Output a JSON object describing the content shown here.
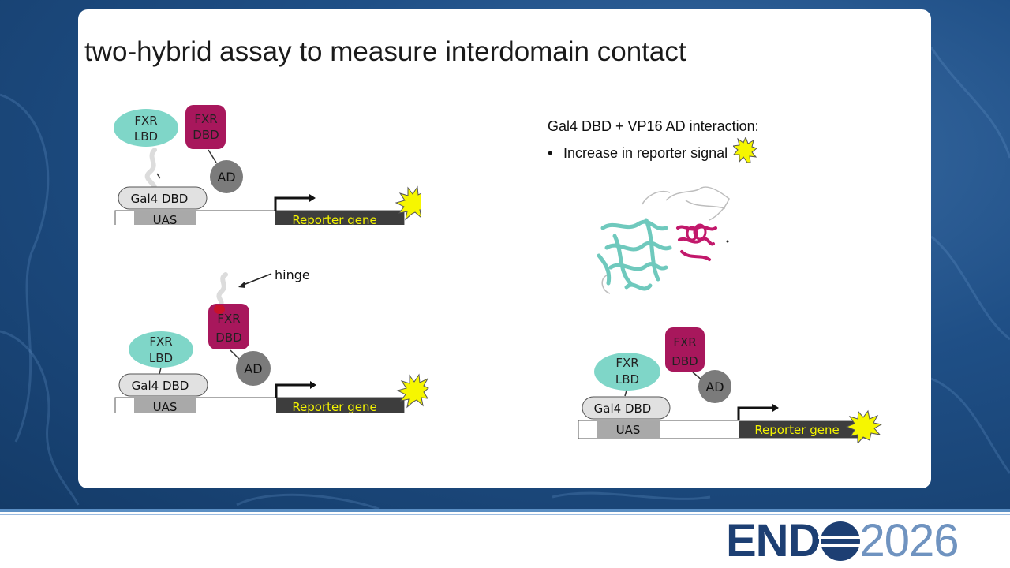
{
  "slide": {
    "title": "two-hybrid assay to measure interdomain contact"
  },
  "diagrams": {
    "top_left": {
      "lbd_label": [
        "FXR",
        "LBD"
      ],
      "dbd_label": [
        "FXR",
        "DBD"
      ],
      "ad_label": "AD",
      "gal4_label": "Gal4 DBD",
      "uas_label": "UAS",
      "reporter_label": "Reporter gene"
    },
    "bottom_left": {
      "hinge_label": "hinge",
      "lbd_label": [
        "FXR",
        "LBD"
      ],
      "dbd_label": [
        "FXR",
        "DBD"
      ],
      "ad_label": "AD",
      "gal4_label": "Gal4 DBD",
      "uas_label": "UAS",
      "reporter_label": "Reporter gene"
    },
    "bottom_right": {
      "lbd_label": [
        "FXR",
        "LBD"
      ],
      "dbd_label": [
        "FXR",
        "DBD"
      ],
      "ad_label": "AD",
      "gal4_label": "Gal4 DBD",
      "uas_label": "UAS",
      "reporter_label": "Reporter gene"
    }
  },
  "right_panel": {
    "heading": "Gal4 DBD + VP16 AD interaction:",
    "bullet": "Increase in reporter signal"
  },
  "colors": {
    "lbd": "#7fd6c8",
    "dbd": "#a8175c",
    "ad": "#7b7b7b",
    "gal4": "#e1e1e1",
    "uas": "#a9a9a9",
    "reporter_fill": "#3d3d3d",
    "reporter_text": "#f4f400",
    "starburst": "#f6f600",
    "logo_dark": "#1d3f73",
    "logo_light": "#6f93c0"
  },
  "logo": {
    "left": "END",
    "right": "2026"
  }
}
